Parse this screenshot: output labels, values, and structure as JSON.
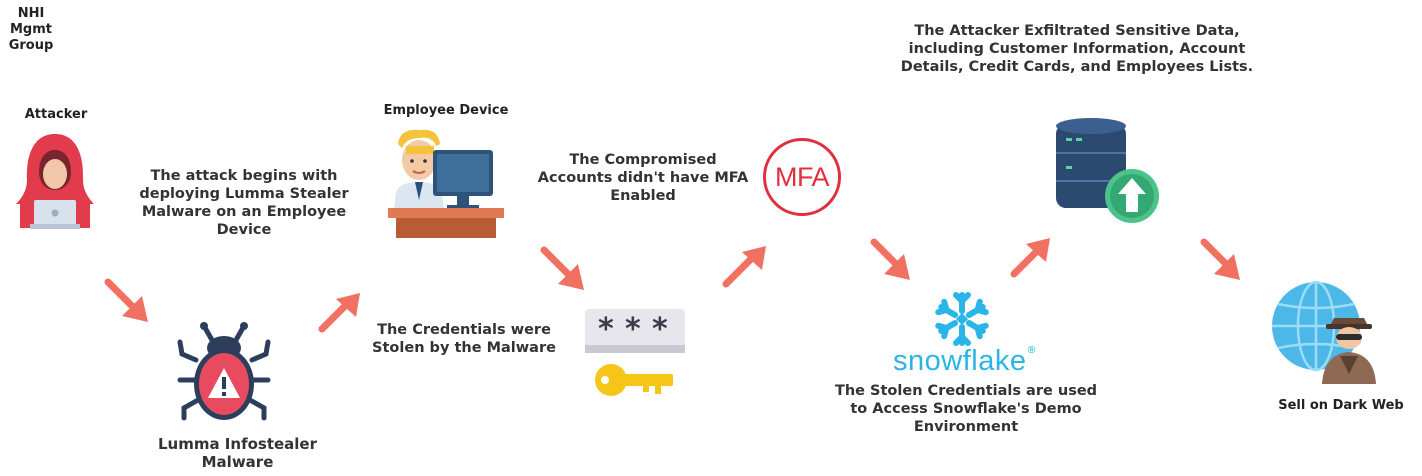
{
  "group": [
    "NHI",
    "Mgmt",
    "Group"
  ],
  "labels": {
    "attacker": "Attacker",
    "employee_device": "Employee Device",
    "malware": "Lumma Infostealer Malware",
    "mfa_icon_text": "MFA",
    "snowflake_brand": "snowflake",
    "snowflake_reg": "®",
    "dark_web": "Sell on Dark Web"
  },
  "captions": {
    "attack_begins": "The attack begins with deploying Lumma Stealer Malware on an Employee Device",
    "credentials_stolen": "The Credentials were Stolen by the Malware",
    "no_mfa": "The Compromised Accounts didn't have MFA Enabled",
    "snowflake_access": "The Stolen Credentials are used to Access Snowflake's Demo Environment",
    "exfiltrated": "The Attacker Exfiltrated Sensitive Data, including Customer Information, Account Details, Credit Cards, and Employees Lists."
  },
  "colors": {
    "arrow": "#F07062",
    "mfa_red": "#E0303E",
    "snowflake_blue": "#29B5E8"
  }
}
